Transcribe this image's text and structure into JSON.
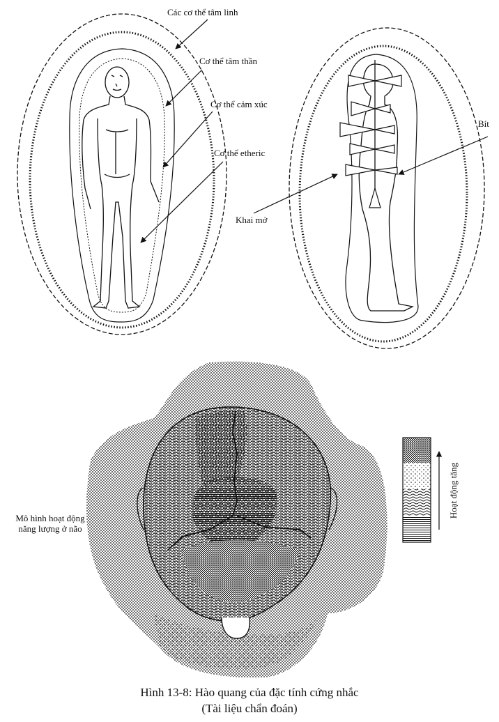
{
  "labels": {
    "spiritual_bodies": "Các cơ thể tâm linh",
    "mental_body": "Cơ thể tâm thần",
    "emotional_body": "Cơ thể cảm xúc",
    "etheric_body": "Cơ thể etheric",
    "blocked": "Bít",
    "open": "Khai mở",
    "brain_model_line1": "Mô hình hoạt động",
    "brain_model_line2": "năng lượng ở não",
    "activity_increase": "Hoạt động tăng"
  },
  "caption": {
    "line1": "Hình 13-8: Hào quang của đặc tính cứng nhắc",
    "line2": "(Tài liệu chẩn đoán)"
  },
  "colors": {
    "ink": "#111111",
    "paper": "#ffffff"
  }
}
